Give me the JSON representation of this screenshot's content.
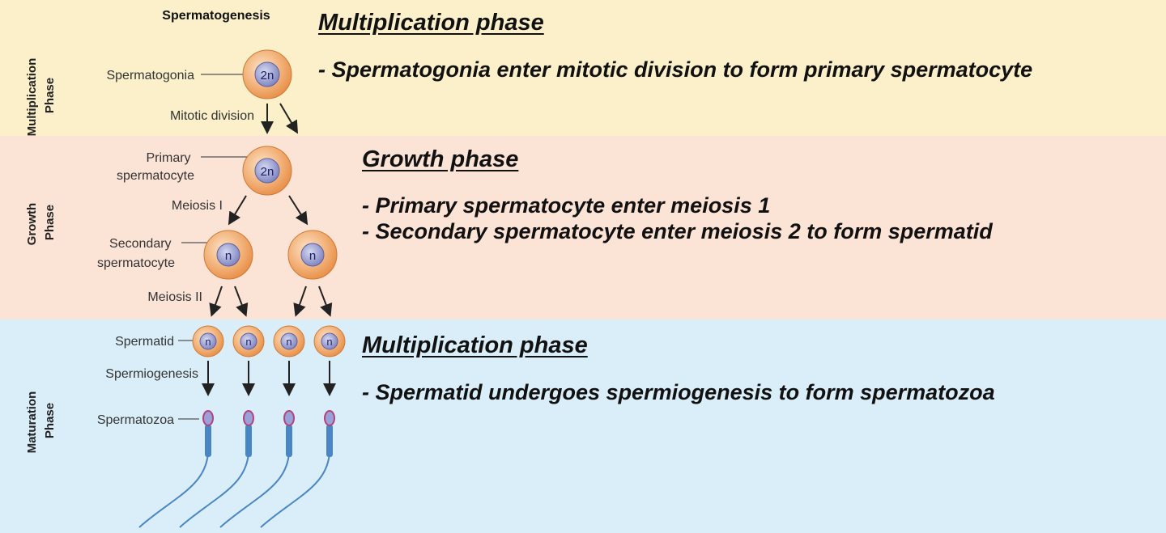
{
  "diagram": {
    "title": "Spermatogenesis",
    "phase_labels": {
      "multiplication": [
        "Multiplication",
        "Phase"
      ],
      "growth": [
        "Growth",
        "Phase"
      ],
      "maturation": [
        "Maturation",
        "Phase"
      ]
    },
    "stage_labels": {
      "spermatogonia": "Spermatogonia",
      "mitotic_division": "Mitotic division",
      "primary_spermatocyte": [
        "Primary",
        "spermatocyte"
      ],
      "meiosis_1": "Meiosis I",
      "secondary_spermatocyte": [
        "Secondary",
        "spermatocyte"
      ],
      "meiosis_2": "Meiosis II",
      "spermatid": "Spermatid",
      "spermiogenesis": "Spermiogenesis",
      "spermatozoa": "Spermatozoa"
    },
    "ploidy": {
      "diploid": "2n",
      "haploid": "n"
    },
    "colors": {
      "multiplication_band": "#fbf0c9",
      "growth_band": "#fbe3d6",
      "maturation_band": "#d9eef8",
      "cell": "#f0a866",
      "nucleus": "#8f93c8",
      "sperm_tail": "#4a86c5"
    }
  },
  "annotations": {
    "section1": {
      "heading": "Multiplication phase",
      "lines": [
        "- Spermatogonia enter mitotic division to form primary spermatocyte"
      ]
    },
    "section2": {
      "heading": "Growth phase",
      "lines": [
        "- Primary spermatocyte enter meiosis 1",
        "- Secondary spermatocyte enter meiosis 2 to form spermatid"
      ]
    },
    "section3": {
      "heading": "Multiplication phase",
      "lines": [
        "- Spermatid undergoes spermiogenesis to form spermatozoa"
      ]
    }
  }
}
